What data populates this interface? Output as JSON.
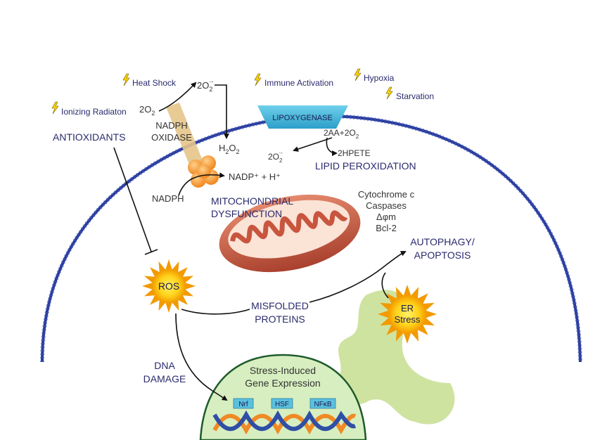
{
  "stimuli": {
    "heat_shock": "Heat Shock",
    "immune_activation": "Immune Activation",
    "hypoxia": "Hypoxia",
    "starvation": "Starvation",
    "ionizing_radiation": "Ionizing Radiaton"
  },
  "labels": {
    "antioxidants": "ANTIOXIDANTS",
    "nadph_oxidase_line1": "NADPH",
    "nadph_oxidase_line2": "OXIDASE",
    "nadph": "NADPH",
    "nadp": "NADP⁺ + H⁺",
    "two_o2": "2O",
    "two_o2_sub": "2",
    "superoxide_top": "2O",
    "h2o2": "H",
    "lipoxygenase": "LIPOXYGENASE",
    "aa": "2AA+2O",
    "superoxide_lower": "2O",
    "hpete": "2HPETE",
    "lipid_peroxidation": "LIPID PEROXIDATION",
    "mito_line1": "MITOCHONDRIAL",
    "mito_line2": "DYSFUNCTION",
    "cyto_c": "Cytochrome c",
    "caspases": "Caspases",
    "delta_phi": "Δφm",
    "bcl2": "Bcl-2",
    "autophagy_line1": "AUTOPHAGY/",
    "autophagy_line2": "APOPTOSIS",
    "ros": "ROS",
    "misfolded_line1": "MISFOLDED",
    "misfolded_line2": "PROTEINS",
    "er_line1": "ER",
    "er_line2": "Stress",
    "dna_line1": "DNA",
    "dna_line2": "DAMAGE",
    "nucleus_line1": "Stress-Induced",
    "nucleus_line2": "Gene Expression",
    "nrf": "Nrf",
    "hsf": "HSF",
    "nfkb": "NFκB"
  },
  "colors": {
    "membrane": "#2a3a94",
    "label_text": "#2a2a6e",
    "lipoxygenase": "#3bb3d6",
    "mitochondrion": "#c8553e",
    "sun": "#f7b500",
    "nucleus": "#d7eec0",
    "er": "#cfe3a1",
    "dna_orange": "#f08a24",
    "dna_blue": "#2f4fa5"
  }
}
